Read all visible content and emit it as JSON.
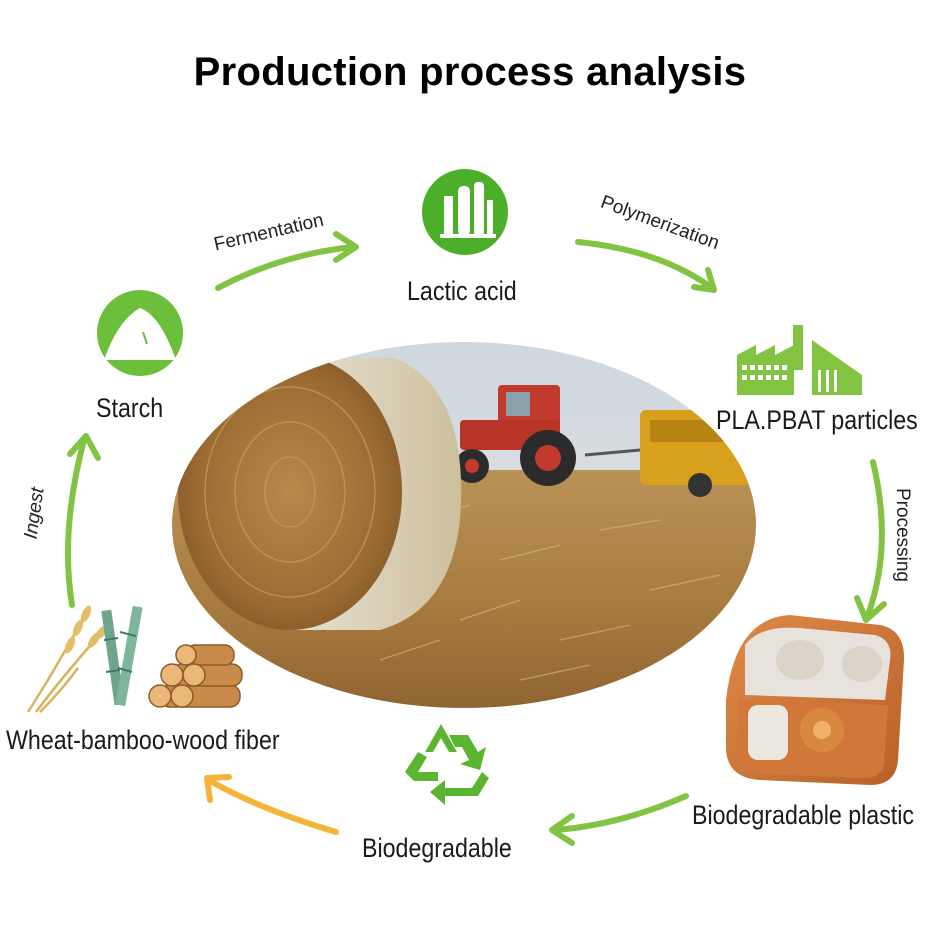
{
  "title": "Production process analysis",
  "colors": {
    "green": "#6cbf3a",
    "arrow_green": "#82c341",
    "arrow_orange": "#f4b43a",
    "icon_green": "#4caf2a"
  },
  "stages": {
    "lactic_acid": "Lactic acid",
    "starch": "Starch",
    "pla_pbat": "PLA.PBAT particles",
    "biodegradable_plastic": "Biodegradable plastic",
    "biodegradable": "Biodegradable",
    "fiber": "Wheat-bamboo-wood fiber"
  },
  "arrows": {
    "fermentation": "Fermentation",
    "polymerization": "Polymerization",
    "processing": "Processing",
    "ingest": "Ingest"
  },
  "icons": {
    "lactic_acid": "factory-tanks-icon",
    "starch": "starch-pile-icon",
    "pla_pbat": "factory-building-icon",
    "biodegradable": "recycle-icon",
    "fiber": "wheat-bamboo-wood-icon",
    "product": "earbud-case-photo",
    "center": "hay-bale-field-photo"
  }
}
